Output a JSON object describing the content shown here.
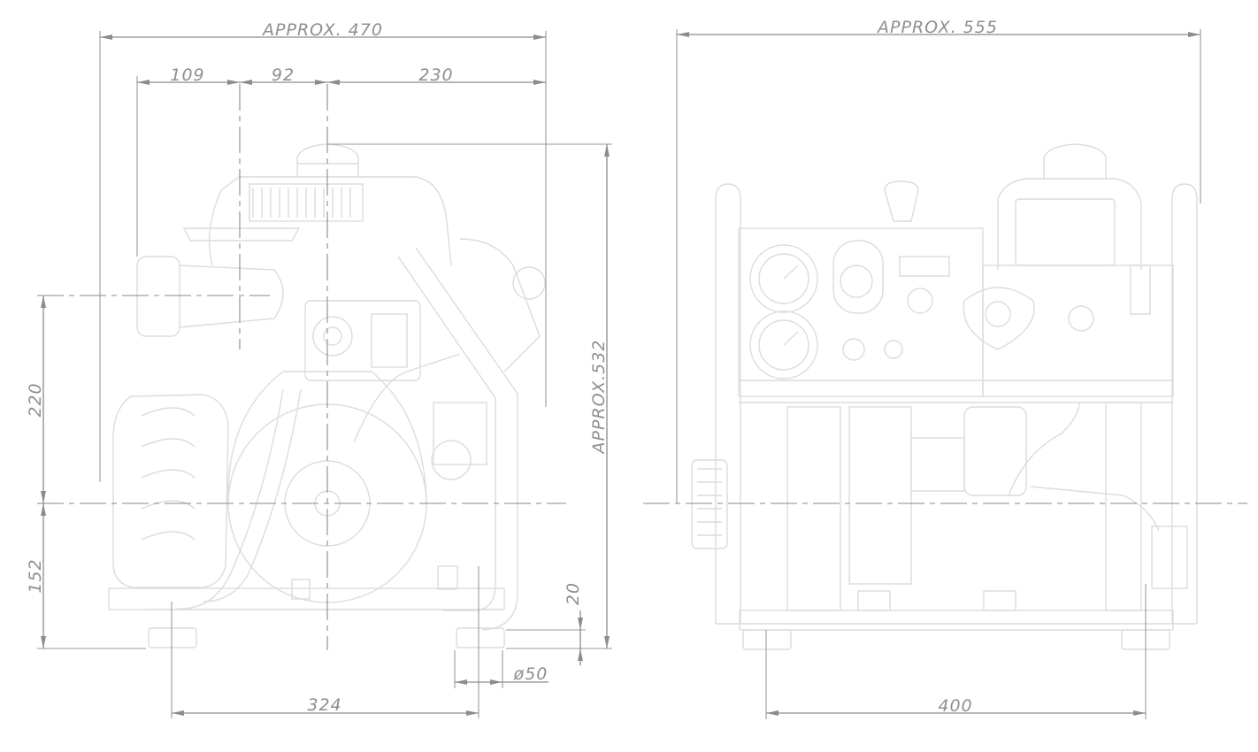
{
  "dimensions": {
    "front_width_total": "APPROX. 470",
    "front_width_seg1": "109",
    "front_width_seg2": "92",
    "front_width_seg3": "230",
    "side_width_total": "APPROX. 555",
    "height_total": "APPROX.532",
    "height_upper": "220",
    "height_lower": "152",
    "foot_offset": "20",
    "hole_diameter": "ø50",
    "front_feet_span": "324",
    "side_feet_span": "400"
  }
}
